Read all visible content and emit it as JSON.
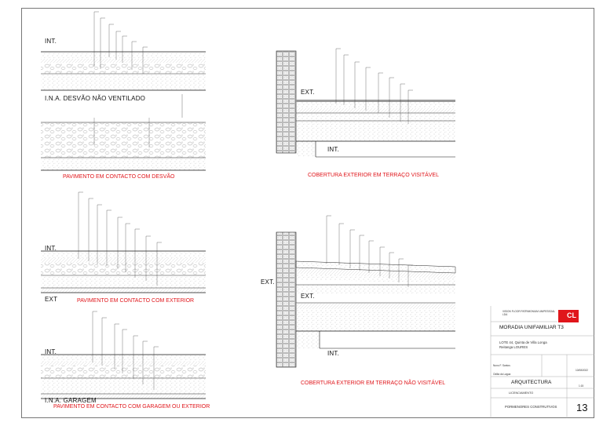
{
  "drawing": {
    "details": [
      {
        "title": "PAVIMENTO EM CONTACTO COM DESVÃO",
        "labels": [
          "INT.",
          "I.N.A.  DESVÃO NÃO VENTILADO"
        ]
      },
      {
        "title": "COBERTURA EXTERIOR EM TERRAÇO VISITÁVEL",
        "labels": [
          "EXT.",
          "INT."
        ]
      },
      {
        "title": "PAVIMENTO EM CONTACTO COM EXTERIOR",
        "labels": [
          "INT.",
          "EXT"
        ]
      },
      {
        "title": "COBERTURA EXTERIOR EM TERRAÇO NÃO VISITÁVEL",
        "labels": [
          "EXT.",
          "EXT.",
          "INT."
        ]
      },
      {
        "title": "PAVIMENTO EM CONTACTO COM GARAGEM OU EXTERIOR",
        "labels": [
          "INT.",
          "I.N.A.  GARAGEM"
        ]
      }
    ]
  },
  "title_block": {
    "owner": "VISION FLOOR PATRIMONIUM UNIPESSOAL LDA",
    "project": "MORADIA UNIFAMILIAR T3",
    "location_1": "LOTE 44, Quinta de Villa Longa",
    "location_2": "Reitanga LOURES",
    "specialty": "ARQUITECTURA",
    "phase": "LICENCIAMENTO",
    "drawing_name": "PORMENORES CONSTRUTIVOS",
    "sheet_number": "13",
    "designer": "Nuno F. Santos",
    "checker": "Odilia da Lagoa",
    "scale": "1:15",
    "date": "10/08/2022",
    "logo_text": "CL"
  },
  "colors": {
    "title_red": "#e0161b",
    "line": "#222222",
    "hatch": "#555555"
  }
}
